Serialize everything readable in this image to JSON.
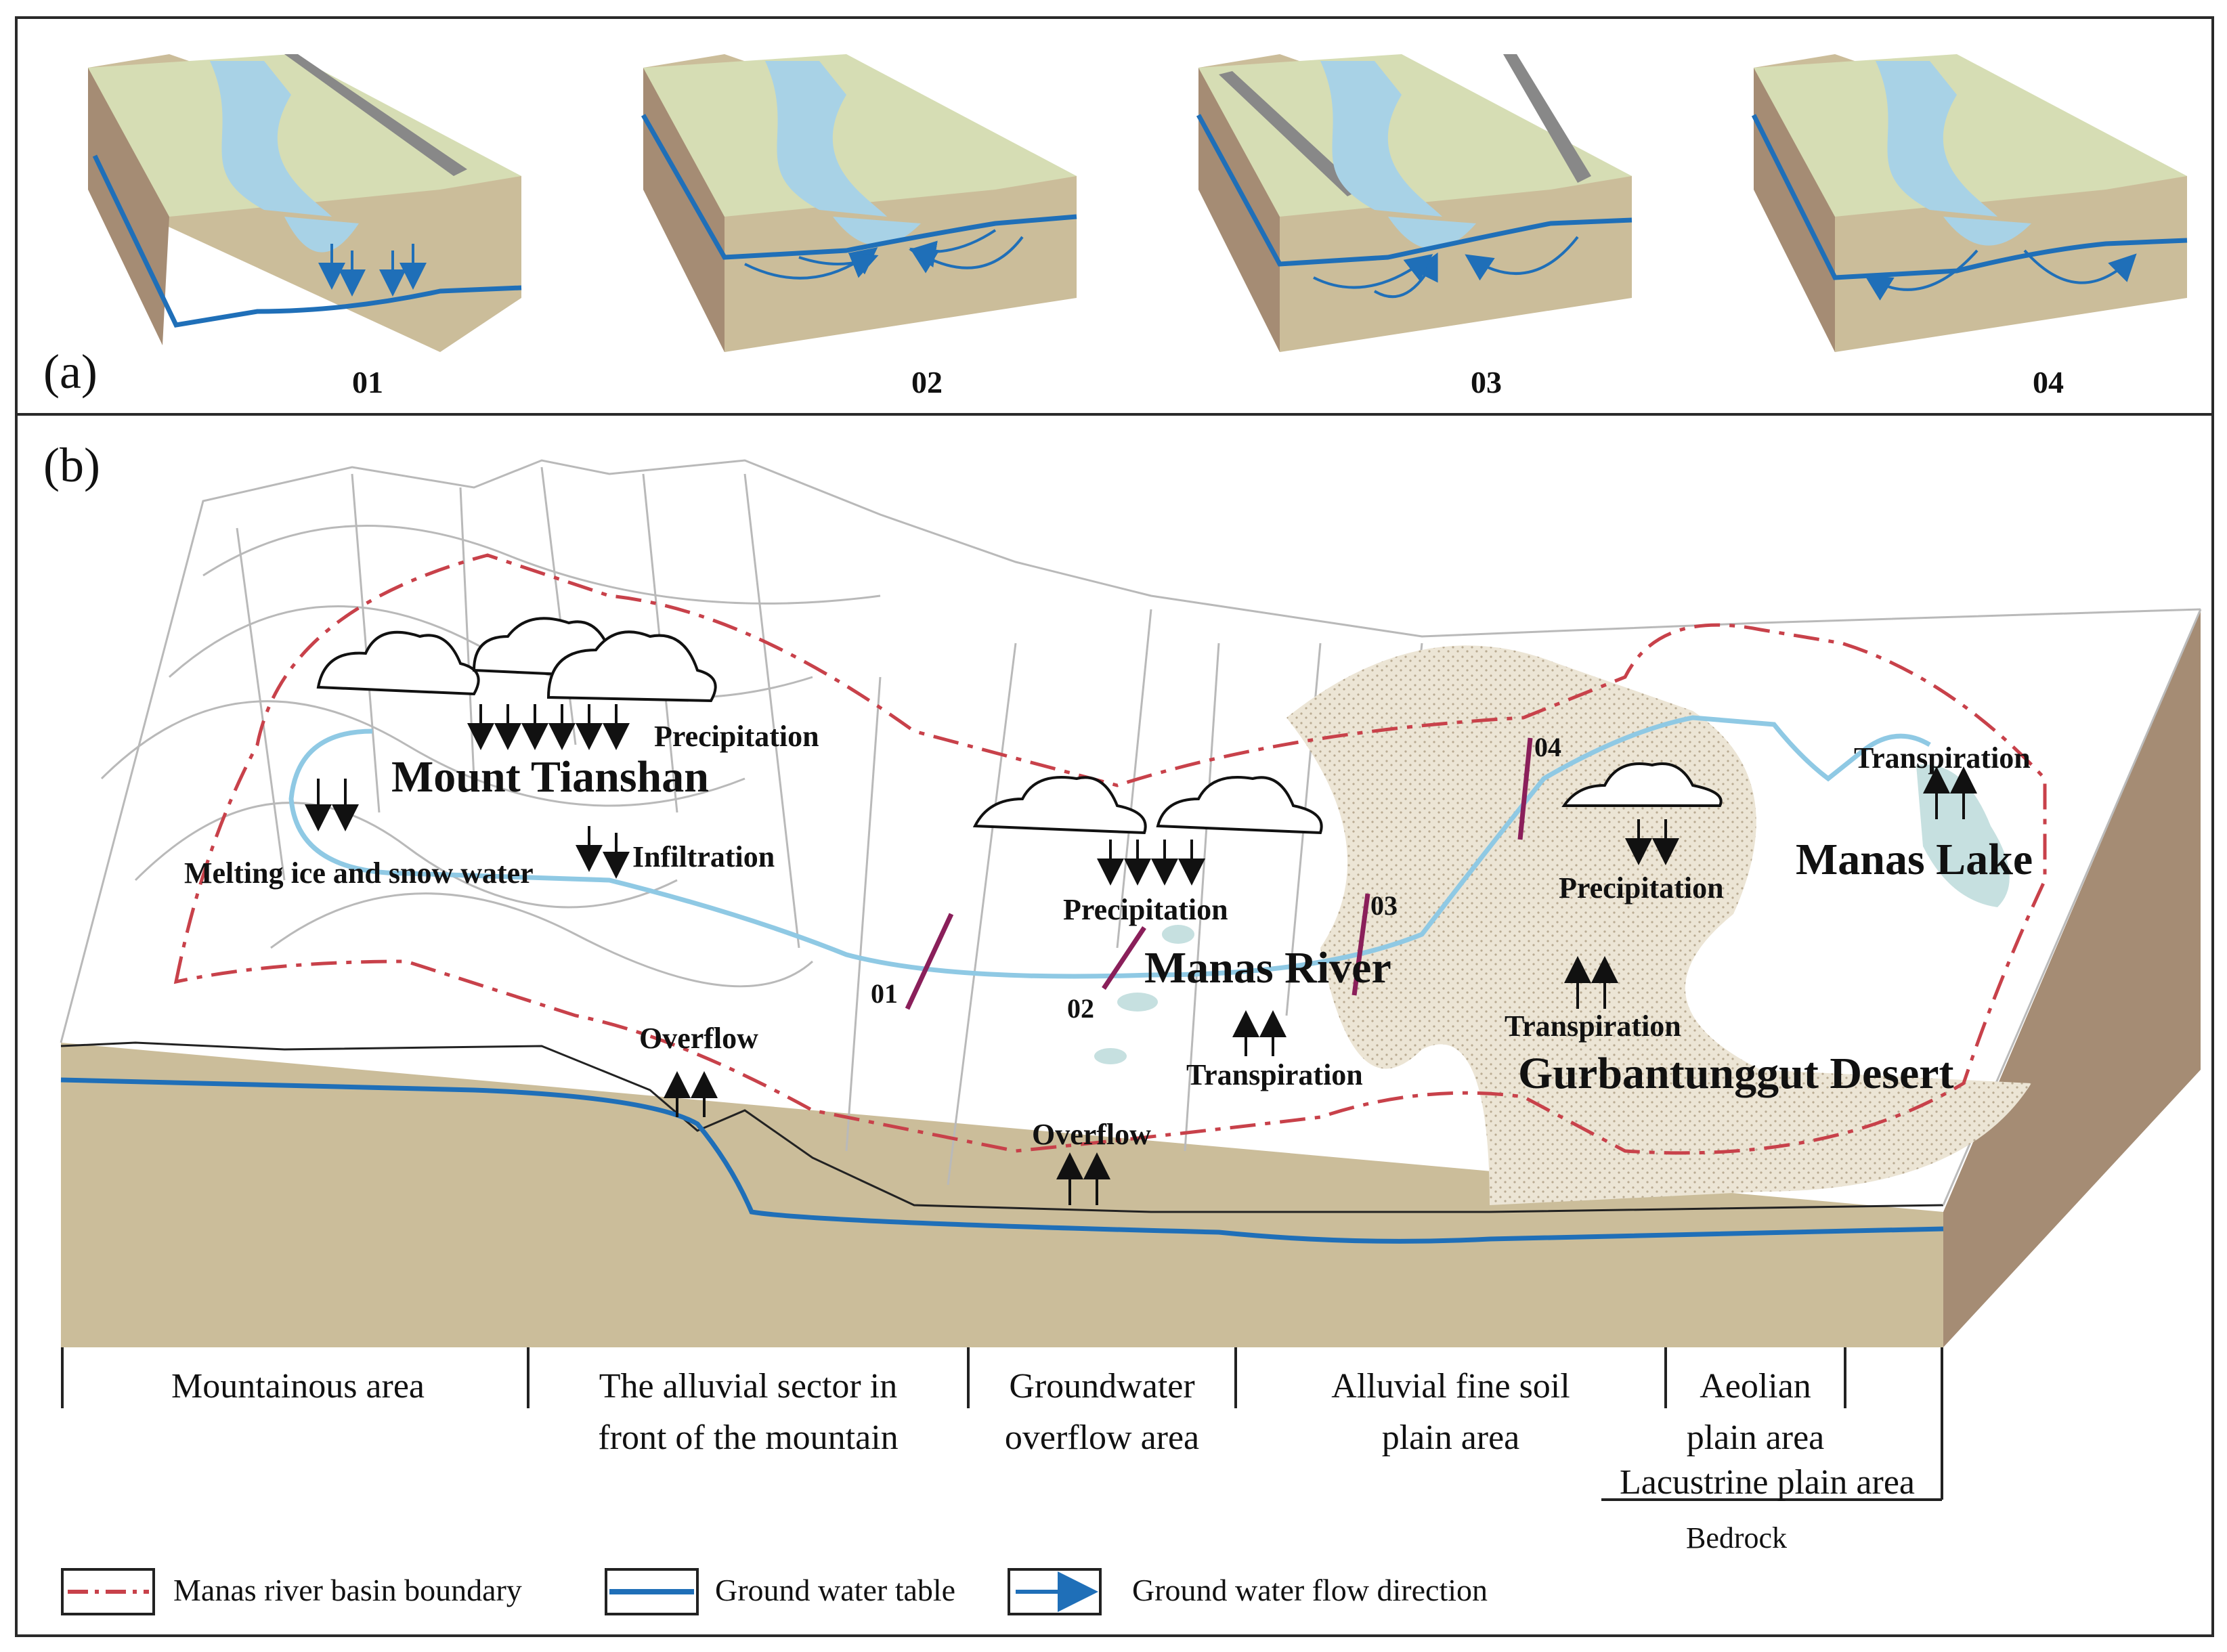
{
  "panel_a": {
    "label": "(a)",
    "cross_sections": [
      "01",
      "02",
      "03",
      "04"
    ]
  },
  "panel_b": {
    "label": "(b)",
    "map_labels": {
      "mount_tianshan": "Mount Tianshan",
      "precipitation_1": "Precipitation",
      "melting": "Melting ice and snow water",
      "infiltration": "Infiltration",
      "overflow_1": "Overflow",
      "precipitation_2": "Precipitation",
      "manas_river": "Manas River",
      "transpiration_1": "Transpiration",
      "overflow_2": "Overflow",
      "precipitation_3": "Precipitation",
      "transpiration_2": "Transpiration",
      "gurbantunggut": "Gurbantunggut Desert",
      "transpiration_3": "Transpiration",
      "manas_lake": "Manas Lake"
    },
    "section_markers": [
      "01",
      "02",
      "03",
      "04"
    ],
    "zones": [
      {
        "line1": "Mountainous area",
        "line2": ""
      },
      {
        "line1": "The alluvial sector in",
        "line2": "front of the mountain"
      },
      {
        "line1": "Groundwater",
        "line2": "overflow area"
      },
      {
        "line1": "Alluvial fine soil",
        "line2": "plain area"
      },
      {
        "line1": "Aeolian",
        "line2": "plain area"
      },
      {
        "line1": "Lacustrine plain area",
        "line2": ""
      }
    ],
    "bedrock": "Bedrock"
  },
  "legend": {
    "basin_boundary": "Manas river basin boundary",
    "water_table": "Ground water table",
    "flow_direction": "Ground water flow direction"
  },
  "colors": {
    "land_top": "#d6ddb4",
    "soil_front": "#cbbd9a",
    "soil_side": "#a58c74",
    "river": "#a8d2e6",
    "water_table": "#1f6fb8",
    "boundary": "#c8414a",
    "section_line": "#8a1f5a",
    "desert": "#e8e0cf",
    "lake": "#c6e0e0"
  }
}
